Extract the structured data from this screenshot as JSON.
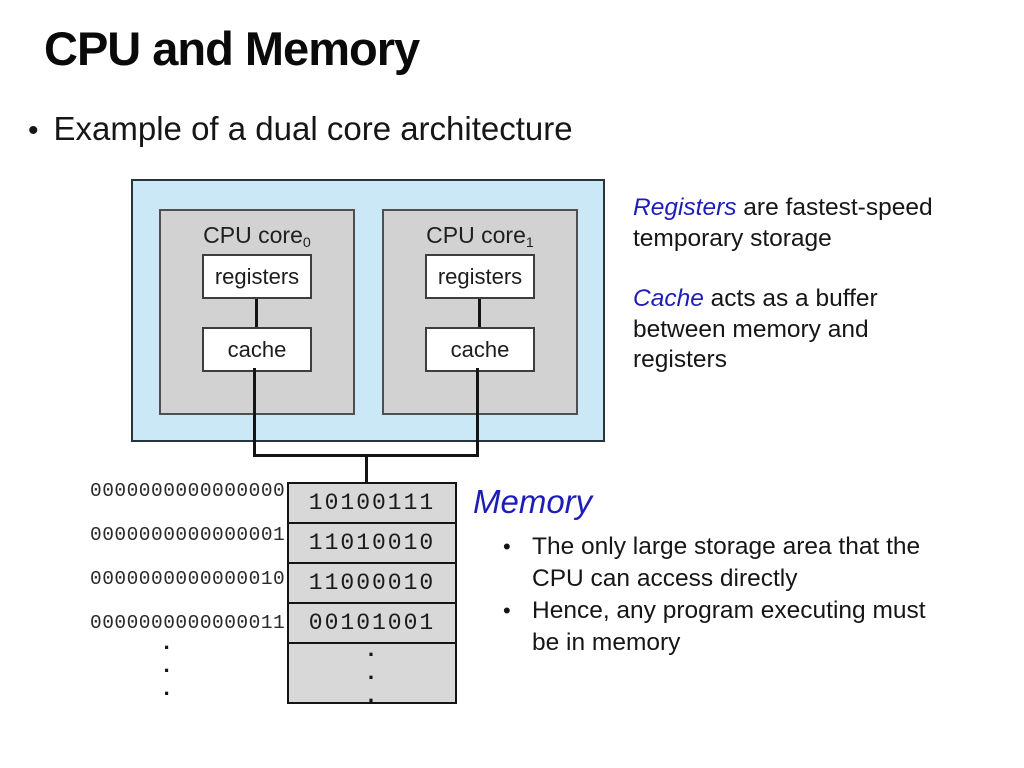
{
  "slide": {
    "title": "CPU and Memory",
    "bullet_marker": "•",
    "bullet": "Example of a dual core architecture"
  },
  "diagram": {
    "cores": [
      {
        "name": "CPU core",
        "sub": "0",
        "registers_label": "registers",
        "cache_label": "cache"
      },
      {
        "name": "CPU core",
        "sub": "1",
        "registers_label": "registers",
        "cache_label": "cache"
      }
    ]
  },
  "notes": [
    {
      "term": "Registers",
      "after": " are fastest-speed",
      "lines": [
        "temporary storage"
      ]
    },
    {
      "term": "Cache",
      "after": " acts as a buffer",
      "lines": [
        "between memory and",
        "registers"
      ]
    }
  ],
  "memory_section": {
    "heading": "Memory",
    "bullets": [
      {
        "lines": [
          "The only large storage area that the",
          "CPU can access directly"
        ]
      },
      {
        "lines": [
          "Hence, any program executing must",
          "be in memory"
        ]
      }
    ]
  },
  "memory": {
    "addresses": [
      "0000000000000000",
      "0000000000000001",
      "0000000000000010",
      "0000000000000011"
    ],
    "cells": [
      "10100111",
      "11010010",
      "11000010",
      "00101001"
    ],
    "dot": "."
  },
  "colors": {
    "accent_blue_text": "#1d1db8",
    "diagram_background": "#cbe8f6",
    "core_background": "#d2d2d2",
    "memory_cell_background": "#d8d8d8"
  }
}
